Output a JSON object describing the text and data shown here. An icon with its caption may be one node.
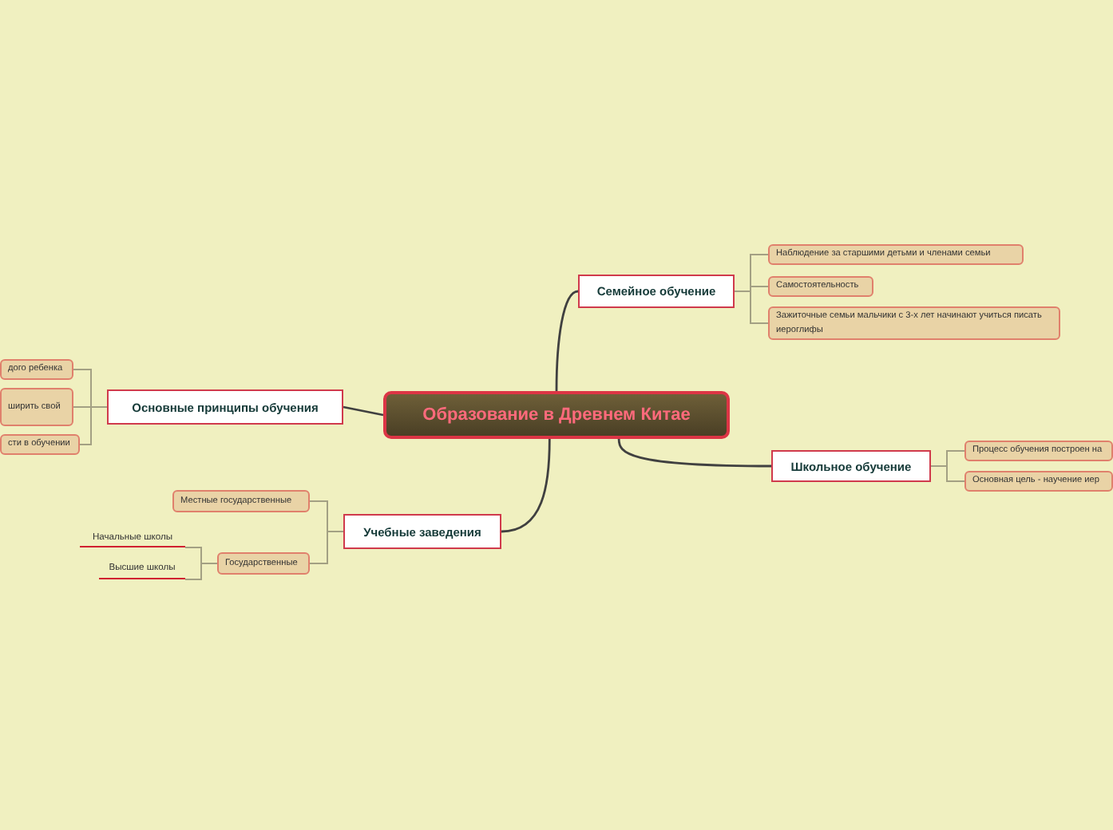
{
  "diagram": {
    "nodes": [
      {
        "text": [
          "Образование в Древнем Китае"
        ]
      },
      {
        "text": [
          "Семейное обучение"
        ]
      },
      {
        "text": [
          "Наблюдение за старшими детьми и членами семьи"
        ]
      },
      {
        "text": [
          "Самостоятельность"
        ]
      },
      {
        "text": [
          "Зажиточные семьи мальчики с 3-х лет начинают учиться писать иероглифы"
        ]
      },
      {
        "text": [
          "Школьное обучение"
        ]
      },
      {
        "text": [
          "Процесс обучения построен на"
        ]
      },
      {
        "text": [
          "Основная цель - научение иер"
        ]
      },
      {
        "text": [
          "Основные принципы обучения"
        ]
      },
      {
        "text": [
          "дого ребенка"
        ]
      },
      {
        "text": [
          "ширить свой"
        ]
      },
      {
        "text": [
          "сти в обучении"
        ]
      },
      {
        "text": [
          "Учебные заведения"
        ]
      },
      {
        "text": [
          "Местные государственные"
        ]
      },
      {
        "text": [
          "Государственные"
        ]
      },
      {
        "text": [
          "Начальные школы"
        ]
      },
      {
        "text": [
          "Высшие школы"
        ]
      }
    ],
    "edges": [
      {
        "from": 0,
        "to": 1,
        "arrow": "none",
        "color": "#404040"
      },
      {
        "from": 1,
        "to": 2,
        "arrow": "none"
      },
      {
        "from": 1,
        "to": 3,
        "arrow": "none"
      },
      {
        "from": 1,
        "to": 4,
        "arrow": "none"
      },
      {
        "from": 0,
        "to": 5,
        "arrow": "none",
        "color": "#404040"
      },
      {
        "from": 5,
        "to": 6,
        "arrow": "none"
      },
      {
        "from": 5,
        "to": 7,
        "arrow": "none"
      },
      {
        "from": 0,
        "to": 8,
        "arrow": "none",
        "color": "#404040"
      },
      {
        "from": 8,
        "to": 9,
        "arrow": "none"
      },
      {
        "from": 8,
        "to": 10,
        "arrow": "none"
      },
      {
        "from": 8,
        "to": 11,
        "arrow": "none"
      },
      {
        "from": 0,
        "to": 12,
        "arrow": "none",
        "color": "#404040"
      },
      {
        "from": 12,
        "to": 13,
        "arrow": "none"
      },
      {
        "from": 12,
        "to": 14,
        "arrow": "none"
      },
      {
        "from": 14,
        "to": 15,
        "arrow": "none"
      },
      {
        "from": 14,
        "to": 16,
        "arrow": "none"
      }
    ]
  }
}
